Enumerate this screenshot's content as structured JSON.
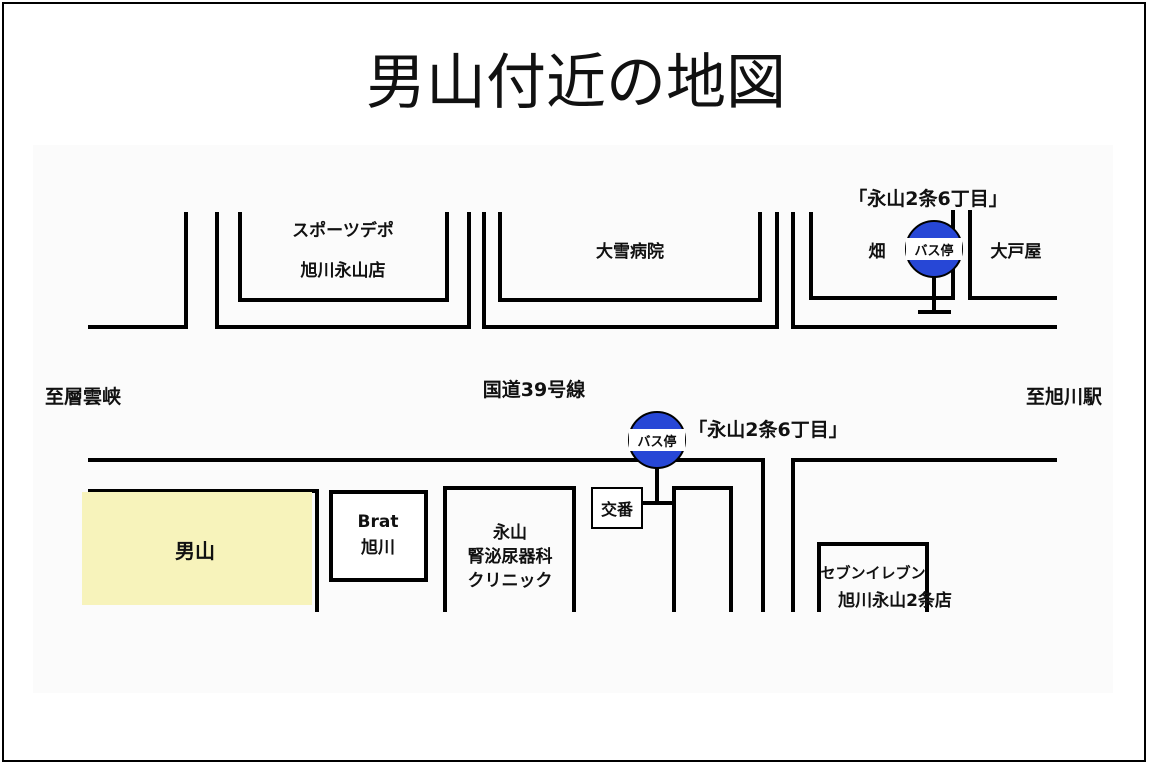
{
  "title": "男山付近の地図",
  "colors": {
    "bus_stop": "#2747d6",
    "otokoyama_area": "#f7f3bb",
    "road": "#000000"
  },
  "roads": {
    "main": "国道39号線",
    "west": "至層雲峡",
    "east": "至旭川駅"
  },
  "north": {
    "sports_depo": [
      "スポーツデポ",
      "旭川永山店"
    ],
    "hospital": "大雪病院",
    "field": "畑",
    "otoya": "大戸屋",
    "bus_stop_name": "「永山2条6丁目」",
    "bus_stop_sign": "バス停"
  },
  "south": {
    "otokoyama": "男山",
    "brat": [
      "Brat",
      "旭川"
    ],
    "clinic": [
      "永山",
      "腎泌尿器科",
      "クリニック"
    ],
    "koban": "交番",
    "bus_stop_name": "「永山2条6丁目」",
    "bus_stop_sign": "バス停",
    "seven_eleven": [
      "セブンイレブン",
      "旭川永山2条店"
    ]
  }
}
